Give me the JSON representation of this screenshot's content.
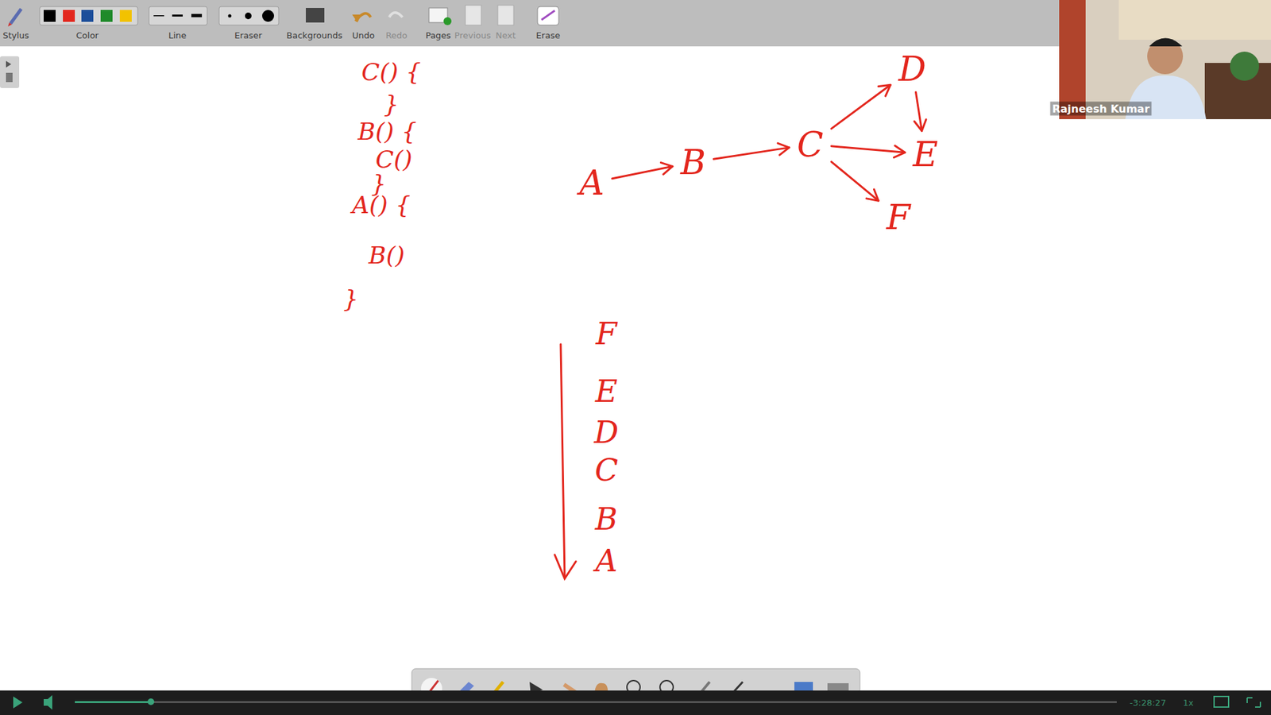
{
  "diagram": {
    "nodes": [
      {
        "text": [
          "A"
        ]
      },
      {
        "text": [
          "B"
        ]
      },
      {
        "text": [
          "C"
        ]
      },
      {
        "text": [
          "D"
        ]
      },
      {
        "text": [
          "E"
        ]
      },
      {
        "text": [
          "F"
        ]
      }
    ],
    "edges": [
      {
        "from": 0,
        "to": 1,
        "arrow": "to"
      },
      {
        "from": 1,
        "to": 2,
        "arrow": "to"
      },
      {
        "from": 2,
        "to": 3,
        "arrow": "to"
      },
      {
        "from": 2,
        "to": 4,
        "arrow": "to"
      },
      {
        "from": 2,
        "to": 5,
        "arrow": "to"
      },
      {
        "from": 3,
        "to": 4,
        "arrow": "to"
      }
    ],
    "labels": [
      "Stylus",
      "Color",
      "Line",
      "Eraser",
      "Backgrounds",
      "Undo",
      "Redo",
      "Pages",
      "Previous",
      "Next",
      "Erase",
      "C() {",
      "}",
      "B() {",
      "C()",
      "}",
      "A() {",
      "B()",
      "}",
      "F",
      "E",
      "D",
      "C",
      "B",
      "A",
      "Rajneesh Kumar",
      "-3:28:27",
      "1x"
    ]
  }
}
